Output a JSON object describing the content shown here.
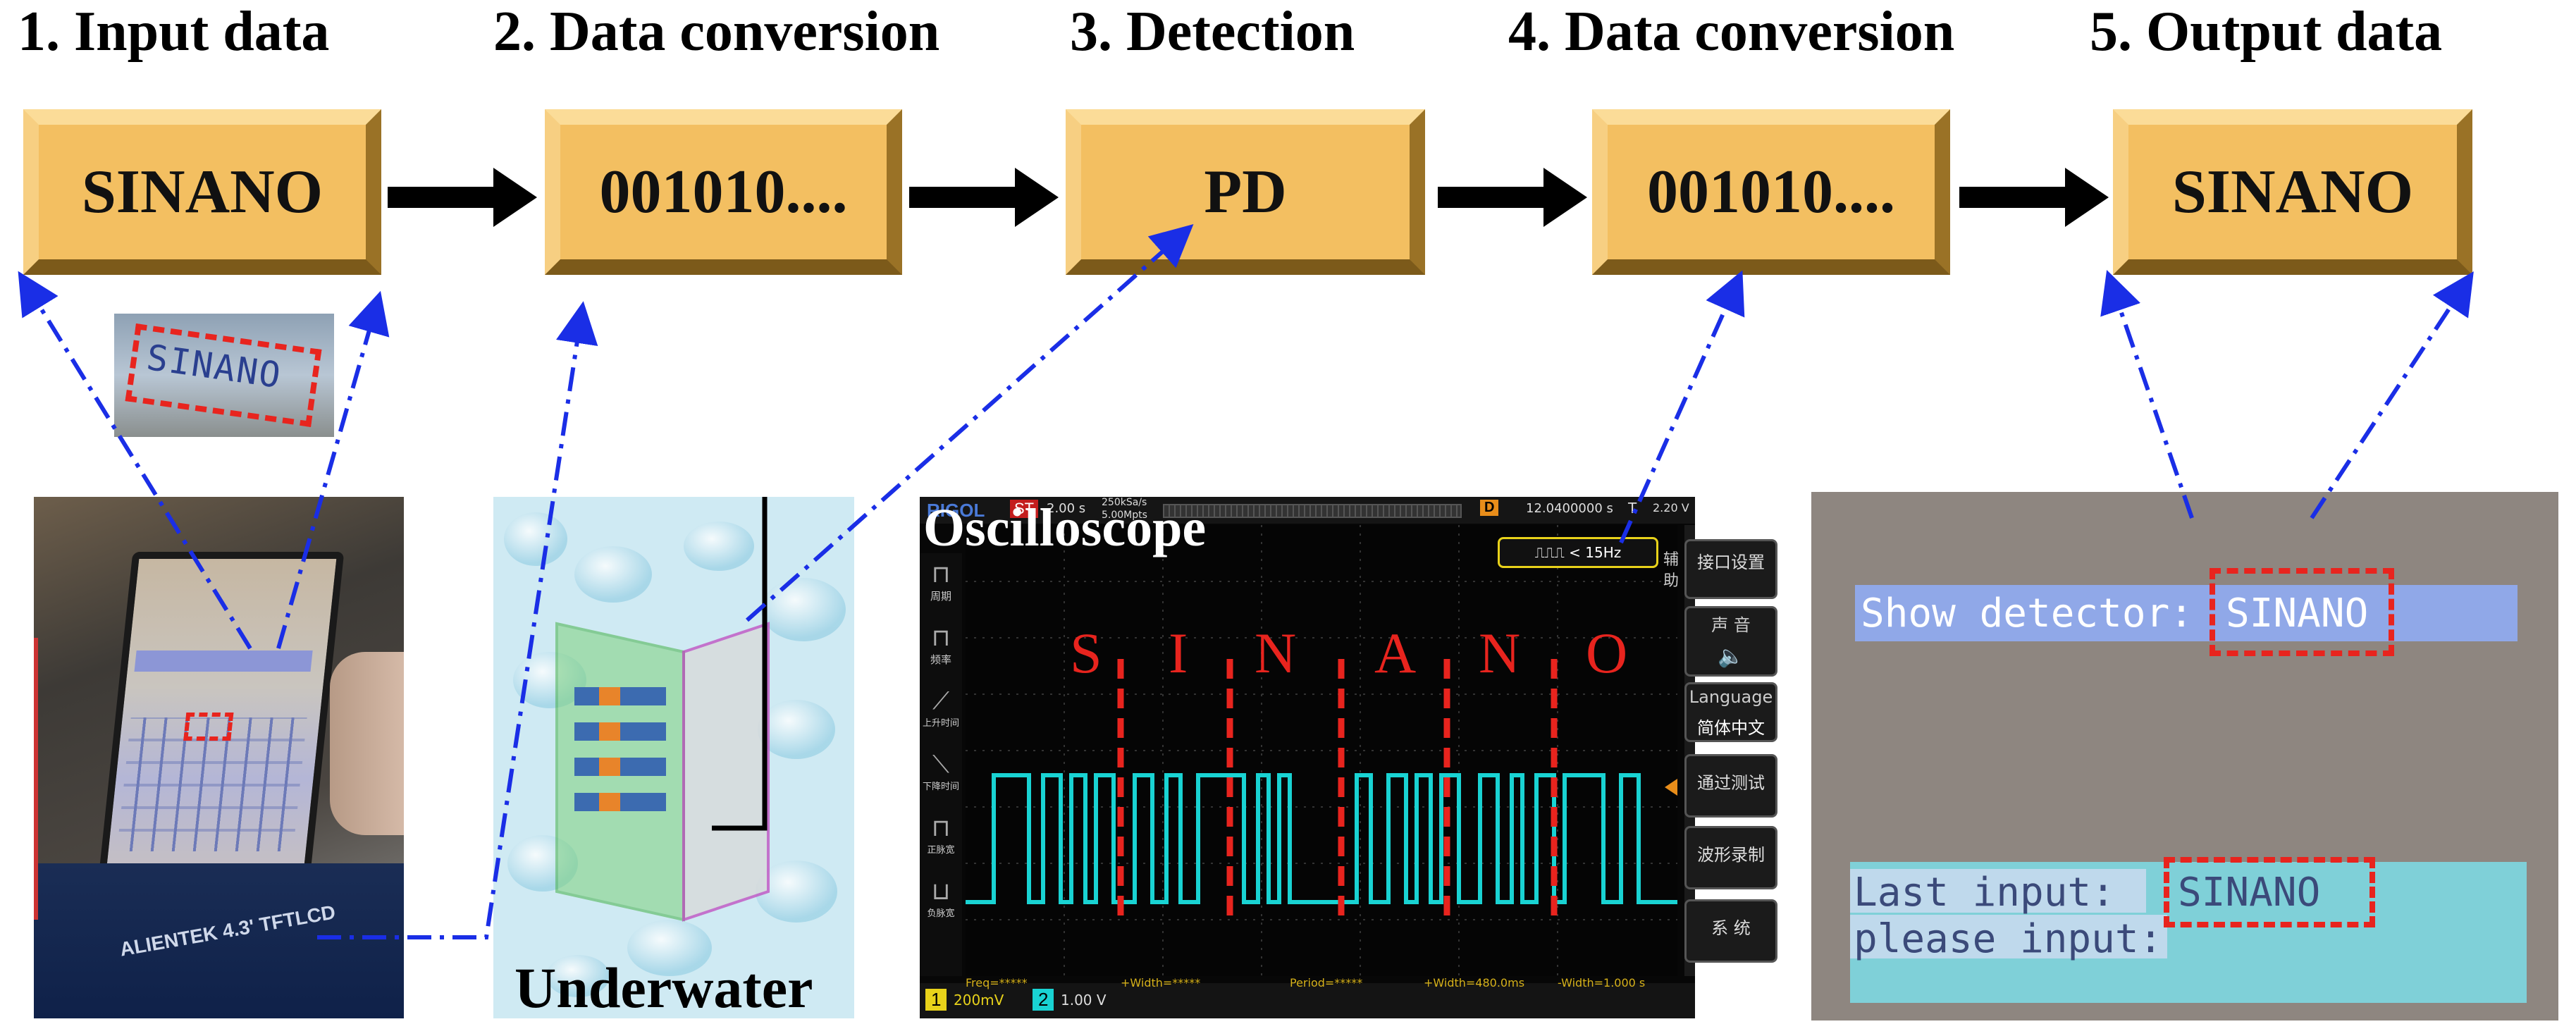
{
  "steps": [
    {
      "title": "1. Input data",
      "box": "SINANO"
    },
    {
      "title": "2. Data conversion",
      "box": "001010...."
    },
    {
      "title": "3. Detection",
      "box": "PD"
    },
    {
      "title": "4. Data conversion",
      "box": "001010...."
    },
    {
      "title": "5. Output data",
      "box": "SINANO"
    }
  ],
  "touchscreen": {
    "zoom_text": "SINANO",
    "board_label": "ALIENTEK 4.3' TFTLCD"
  },
  "underwater": {
    "label": "Underwater"
  },
  "oscilloscope": {
    "label": "Oscilloscope",
    "letters": [
      "S",
      "I",
      "N",
      "A",
      "N",
      "O"
    ],
    "top_bar": {
      "brand": "RIGOL",
      "run_state": "ST",
      "timebase": "2.00 s",
      "sample_rate": "250kSa/s",
      "mem_depth": "5.00Mpts",
      "delay_marker": "D",
      "delay": "12.0400000 s",
      "trigger": "T",
      "trigger_level": "2.20 V"
    },
    "freq_badge": "< 15Hz",
    "left_menu": [
      "周期",
      "频率",
      "上升时间",
      "下降时间",
      "正脉宽",
      "负脉宽"
    ],
    "right_menu": {
      "aux": "辅助",
      "interface": "接口设置",
      "sound_title": "声 音",
      "language_title": "Language",
      "language_value": "简体中文",
      "passfail": "通过测试",
      "record": "波形录制",
      "system": "系 统"
    },
    "measurements": [
      "Freq=*****",
      "+Width=*****",
      "Period=*****",
      "+Width=480.0ms",
      "-Width=1.000 s"
    ],
    "channels": [
      {
        "num": "1",
        "scale": "200mV"
      },
      {
        "num": "2",
        "scale": "1.00 V"
      }
    ]
  },
  "display": {
    "line1_label": "Show detector:",
    "line1_value": "SINANO",
    "line2_label": "Last input:",
    "line2_value": "SINANO",
    "line3_label": "please input:"
  },
  "colors": {
    "block_fill": "#f3bf61",
    "arrow": "#000000",
    "dash_arrow": "#1a2ee6",
    "highlight": "#e8241e",
    "trace": "#19d3d3"
  }
}
